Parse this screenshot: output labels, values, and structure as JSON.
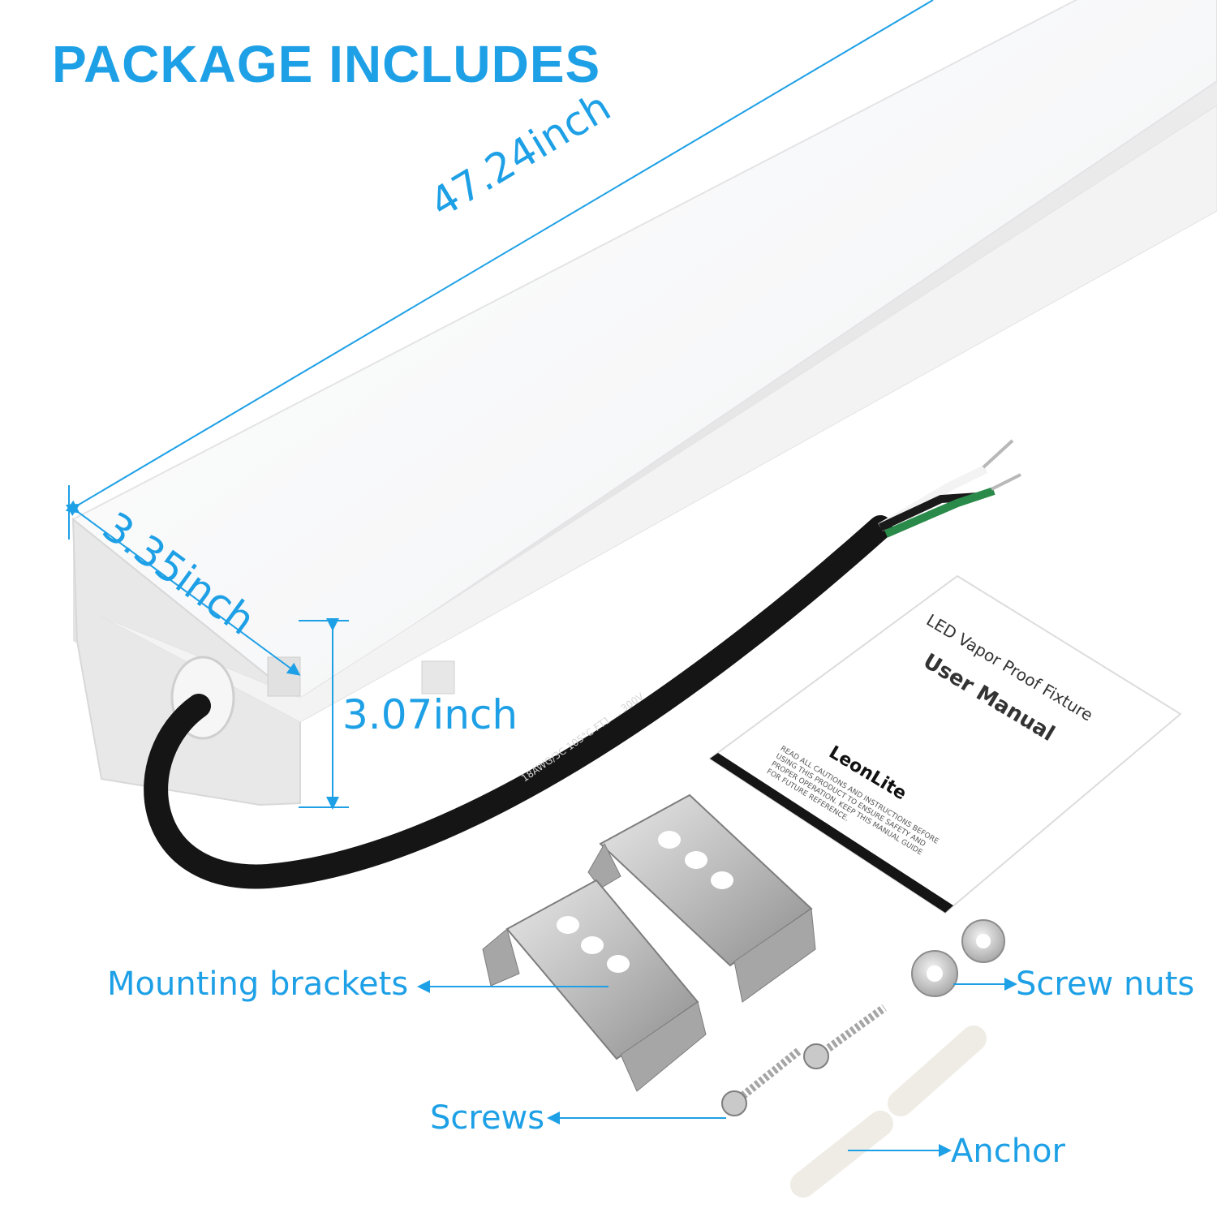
{
  "heading": "PACKAGE INCLUDES",
  "dimensions": {
    "length": "47.24inch",
    "width": "3.35inch",
    "height": "3.07inch"
  },
  "manual": {
    "line1": "LED Vapor Proof Fixture",
    "line2": "User Manual",
    "brand": "LeonLite",
    "notice": "READ ALL CAUTIONS AND INSTRUCTIONS BEFORE USING THIS PRODUCT TO ENSURE SAFETY AND PROPER OPERATION. KEEP THIS MANUAL GUIDE FOR FUTURE REFERENCE."
  },
  "cable_print": "18AWG/3C 105°C FT1 ... 300V",
  "callouts": {
    "mounting_brackets": "Mounting brackets",
    "screw_nuts": "Screw nuts",
    "screws": "Screws",
    "anchor": "Anchor"
  },
  "colors": {
    "accent": "#1ea0e6",
    "fixture_body": "#f2f2f2",
    "cable": "#111111",
    "wire_green": "#2a8a4a"
  }
}
